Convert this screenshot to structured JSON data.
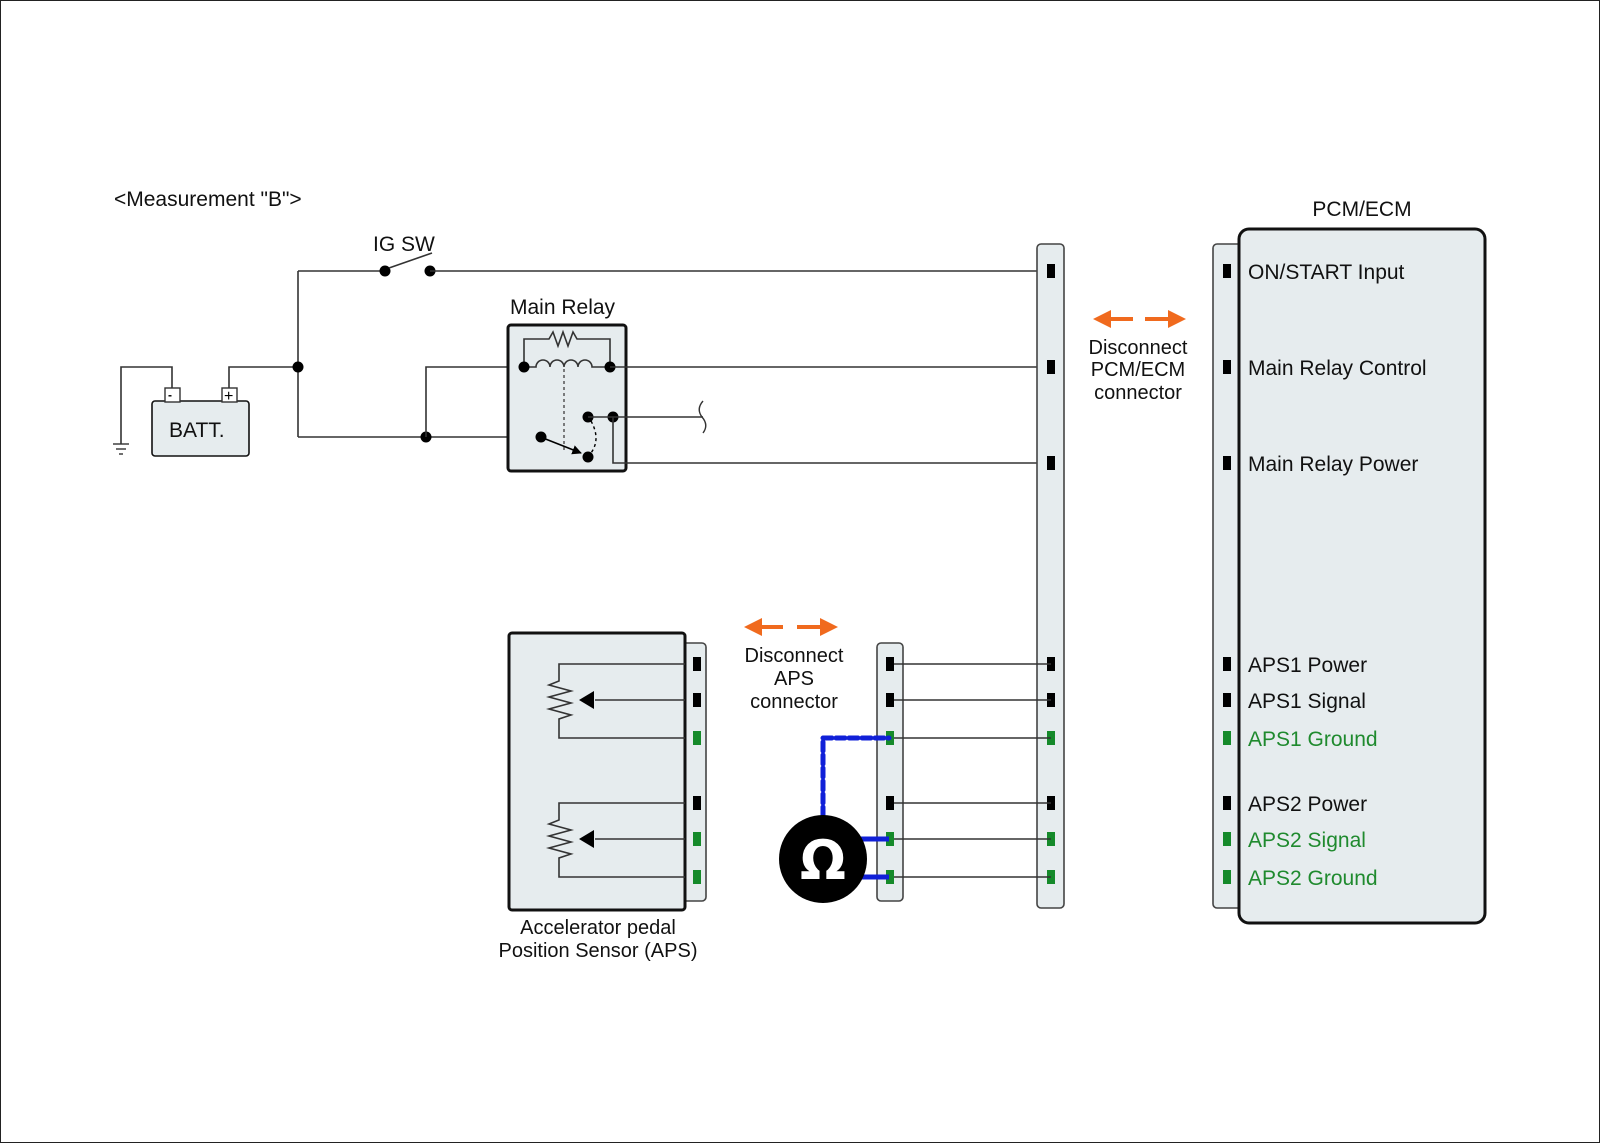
{
  "title": "<Measurement \"B\">",
  "components": {
    "battery": {
      "label": "BATT.",
      "neg_symbol": "-",
      "pos_symbol": "+"
    },
    "ig_switch": {
      "label": "IG SW"
    },
    "main_relay": {
      "label": "Main Relay"
    },
    "aps_sensor": {
      "label_line1": "Accelerator pedal",
      "label_line2": "Position Sensor (APS)"
    },
    "pcm_ecm": {
      "label": "PCM/ECM"
    },
    "ohmmeter": {
      "symbol": "Ω"
    }
  },
  "annotations": {
    "disconnect_pcm": [
      "Disconnect",
      "PCM/ECM",
      "connector"
    ],
    "disconnect_aps": [
      "Disconnect",
      "APS",
      "connector"
    ]
  },
  "pcm_pins": [
    {
      "label": "ON/START Input",
      "color": "black"
    },
    {
      "label": "Main Relay Control",
      "color": "black"
    },
    {
      "label": "Main Relay Power",
      "color": "black"
    },
    {
      "label": "APS1 Power",
      "color": "black"
    },
    {
      "label": "APS1 Signal",
      "color": "black"
    },
    {
      "label": "APS1 Ground",
      "color": "green"
    },
    {
      "label": "APS2 Power",
      "color": "black"
    },
    {
      "label": "APS2 Signal",
      "color": "green"
    },
    {
      "label": "APS2 Ground",
      "color": "green"
    }
  ],
  "colors": {
    "highlight_pin": "#158a2a",
    "highlight_text": "#1f8a2e",
    "arrow": "#f06a1e",
    "meter_lead": "#1020d8",
    "component_fill": "#e6ecee"
  }
}
